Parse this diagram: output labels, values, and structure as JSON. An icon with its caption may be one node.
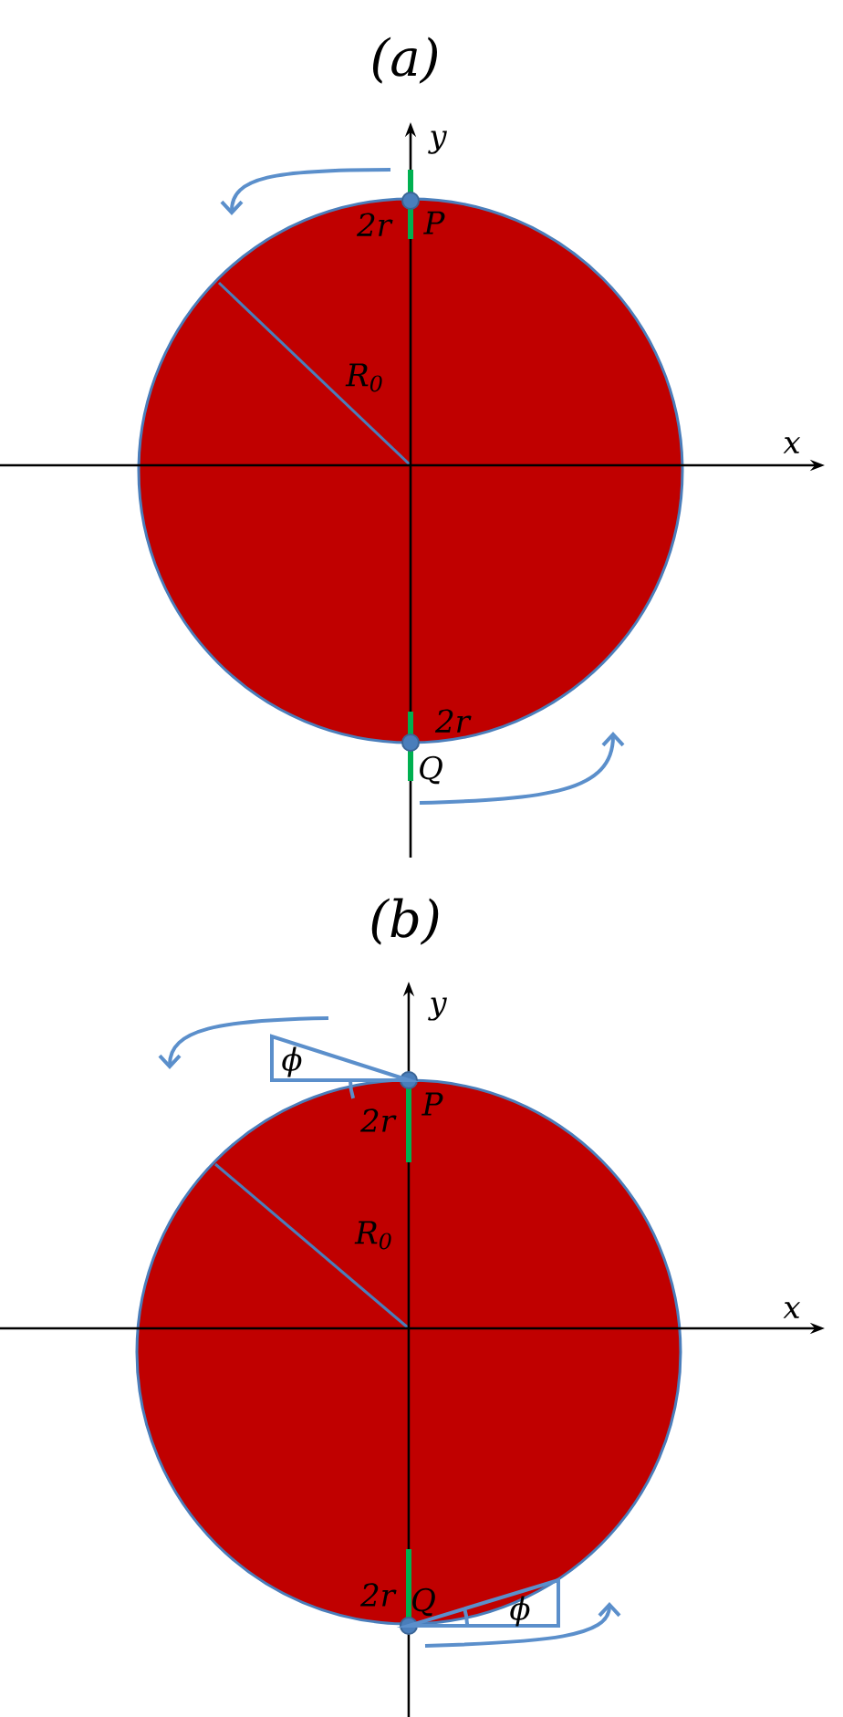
{
  "diagram": {
    "labels": [
      "(a)",
      "y",
      "2r",
      "P",
      "R$_{0}$",
      "x",
      "2r",
      "Q",
      "(b)",
      "y",
      "ϕ",
      "P",
      "2r",
      "R$_{0}$",
      "x",
      "2r",
      "Q",
      "ϕ"
    ]
  }
}
